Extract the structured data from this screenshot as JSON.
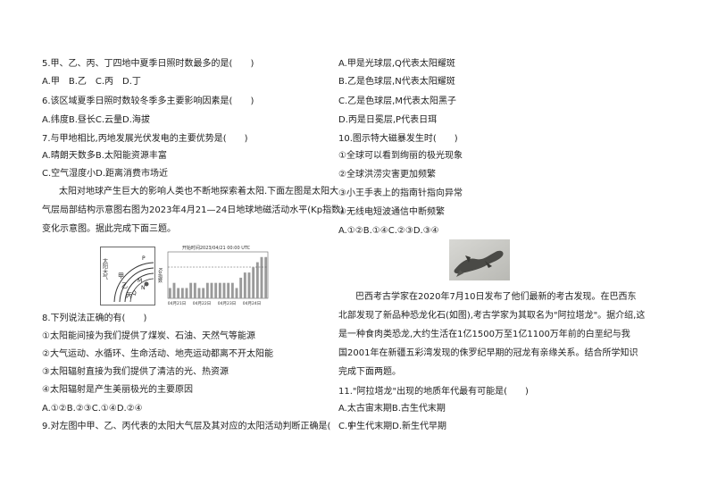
{
  "left": {
    "q5": "5.甲、乙、丙、丁四地中夏季日照时数最多的是(　　)",
    "q5_opts": "A.甲　B.乙　C.丙　D.丁",
    "q6": "6.该区域夏季日照时数较冬季多主要影响因素是(　　)",
    "q6_opts": "A.纬度B.昼长C.云量D.海拔",
    "q7": "7.与甲地相比,丙地发展光伏发电的主要优势是(　　)",
    "q7_a": "A.晴朗天数多B.太阳能资源丰富",
    "q7_c": "C.空气湿度小D.距离消费市场近",
    "intro_1": "太阳对地球产生巨大的影响人类也不断地探索着太阳.下面左图是太阳大",
    "intro_2": "气层局部结构示意图右图为2023年4月21—24日地球地磁活动水平(Kp指数)",
    "intro_3": "变化示意图。据此完成下面三题。",
    "q8": "8.下列说法正确的有(　　)",
    "q8_1": "①太阳能间接为我们提供了煤炭、石油、天然气等能源",
    "q8_2": "②大气运动、水循环、生命活动、地壳运动都离不开太阳能",
    "q8_3": "③太阳辐射直接为我们提供了清洁的光、热资源",
    "q8_4": "④太阳辐射是产生美丽极光的主要原因",
    "q8_opts": "A.①②B.②③C.①④D.②④",
    "q9": "9.对左图中甲、乙、丙代表的太阳大气层及其对应的太阳活动判断正确是(　　)"
  },
  "right": {
    "q9_a": "A.甲是光球层,Q代表太阳耀斑",
    "q9_b": "B.乙是色球层,N代表太阳耀斑",
    "q9_c": "C.乙是色球层,M代表太阳黑子",
    "q9_d": "D.丙是日冕层,P代表日珥",
    "q10": "10.图示特大磁暴发生时(　　)",
    "q10_1": "①全球可以看到绚丽的极光现象",
    "q10_2": "②全球洪涝灾害更加频繁",
    "q10_3": "③小王手表上的指南针指向异常",
    "q10_4": "④无线电短波通信中断频繁",
    "q10_opts": "A.①②B.①④C.②③D.③④",
    "p1": "巴西考古学家在2020年7月10日发布了他们最新的考古发现。在巴西东",
    "p2": "北部发现了新品种恐龙化石(如图),考古学家为其取名为\"阿拉塔龙\"。据介绍,这",
    "p3": "是一种食肉类恐龙,大约生活在1亿1500万至1亿1100万年前的白垩纪与我",
    "p4": "国2001年在新疆五彩湾发现的侏罗纪早期的冠龙有亲缘关系。结合所学知识",
    "p5": "完成下面两题。",
    "q11": "11.\"阿拉塔龙\"出现的地质年代最有可能是(　　)",
    "q11_ab": "A.太古宙末期B.古生代末期",
    "q11_cd": "C.中生代末期D.新生代早期"
  },
  "figure_left": {
    "vertical_title": "太阳大气",
    "layers": [
      "甲",
      "乙",
      "丙"
    ],
    "markers": [
      "P",
      "M",
      "N",
      "Q"
    ]
  },
  "chart_data": {
    "type": "bar",
    "title": "开始时间2023/04/21 00:00 UTC",
    "ylabel": "Kp指数",
    "x_tick_labels": [
      "04月21日",
      "04月22日",
      "04月23日",
      "04月24日"
    ],
    "values": [
      2,
      3,
      2,
      2,
      2,
      3,
      3,
      2,
      2,
      3,
      3,
      3,
      3,
      3,
      3,
      3,
      2,
      4,
      5,
      5,
      6,
      7,
      8,
      8
    ],
    "ylim": [
      0,
      9
    ],
    "colors": {
      "bars": "#9a9a9a",
      "dashed_line": "#555555"
    }
  }
}
